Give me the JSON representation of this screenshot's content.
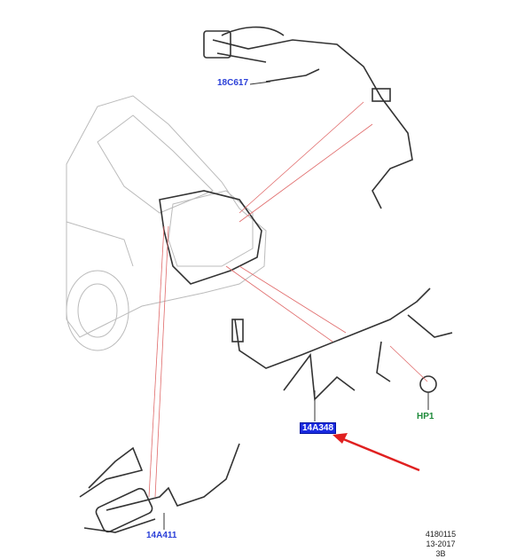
{
  "labels": {
    "roof_harness": "18C617",
    "tailgate_harness": "14A348",
    "hp_connector": "HP1",
    "lower_harness": "14A411"
  },
  "footer": {
    "code": "4180115",
    "date": "13-2017",
    "page": "3B"
  },
  "colors": {
    "callout_line": "#e06a6a",
    "arrow": "#e02020",
    "highlight": "#1a2be0",
    "label_blue": "#2a3fd8",
    "label_green": "#1e8a3a"
  }
}
